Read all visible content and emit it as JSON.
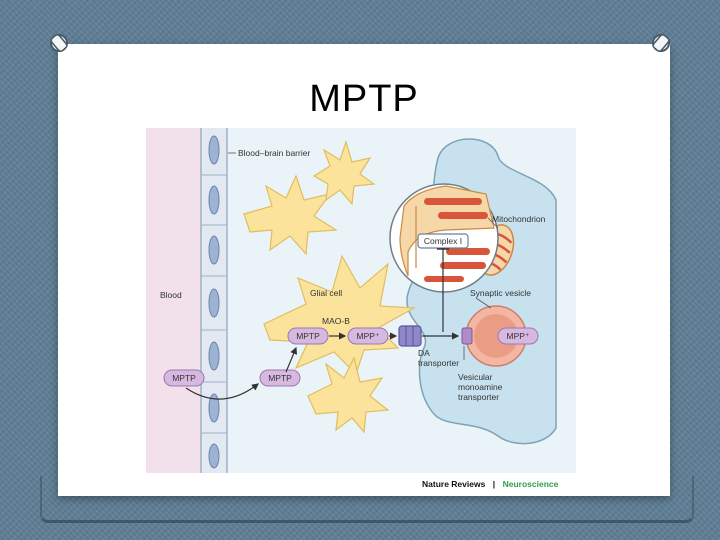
{
  "slide": {
    "title": "MPTP"
  },
  "figure": {
    "labels": {
      "blood_brain_barrier": "Blood–brain barrier",
      "blood": "Blood",
      "glial_cell": "Glial cell",
      "mao_b": "MAO-B",
      "mitochondrion": "Mitochondrion",
      "complex_i": "Complex I",
      "synaptic_vesicle": "Synaptic vesicle",
      "da_transporter_line1": "DA",
      "da_transporter_line2": "transporter",
      "vmat_line1": "Vesicular",
      "vmat_line2": "monoamine",
      "vmat_line3": "transporter"
    },
    "molecules": {
      "mptp_blood": "MPTP",
      "mptp_lower": "MPTP",
      "mptp_glial": "MPTP",
      "mpp_glial": "MPP⁺",
      "mpp_vesicle": "MPP⁺"
    },
    "credit": {
      "journal": "Nature Reviews",
      "separator": "|",
      "section": "Neuroscience"
    },
    "colors": {
      "vessel": "#f2e0ea",
      "cell_stroke": "#7f93b0",
      "astrocyte": "#fbe39c",
      "neuron": "#c7e2ee",
      "molecule": "#d7b8e0",
      "vesicle": "#e8a08a",
      "cristae": "#d9553a"
    }
  }
}
